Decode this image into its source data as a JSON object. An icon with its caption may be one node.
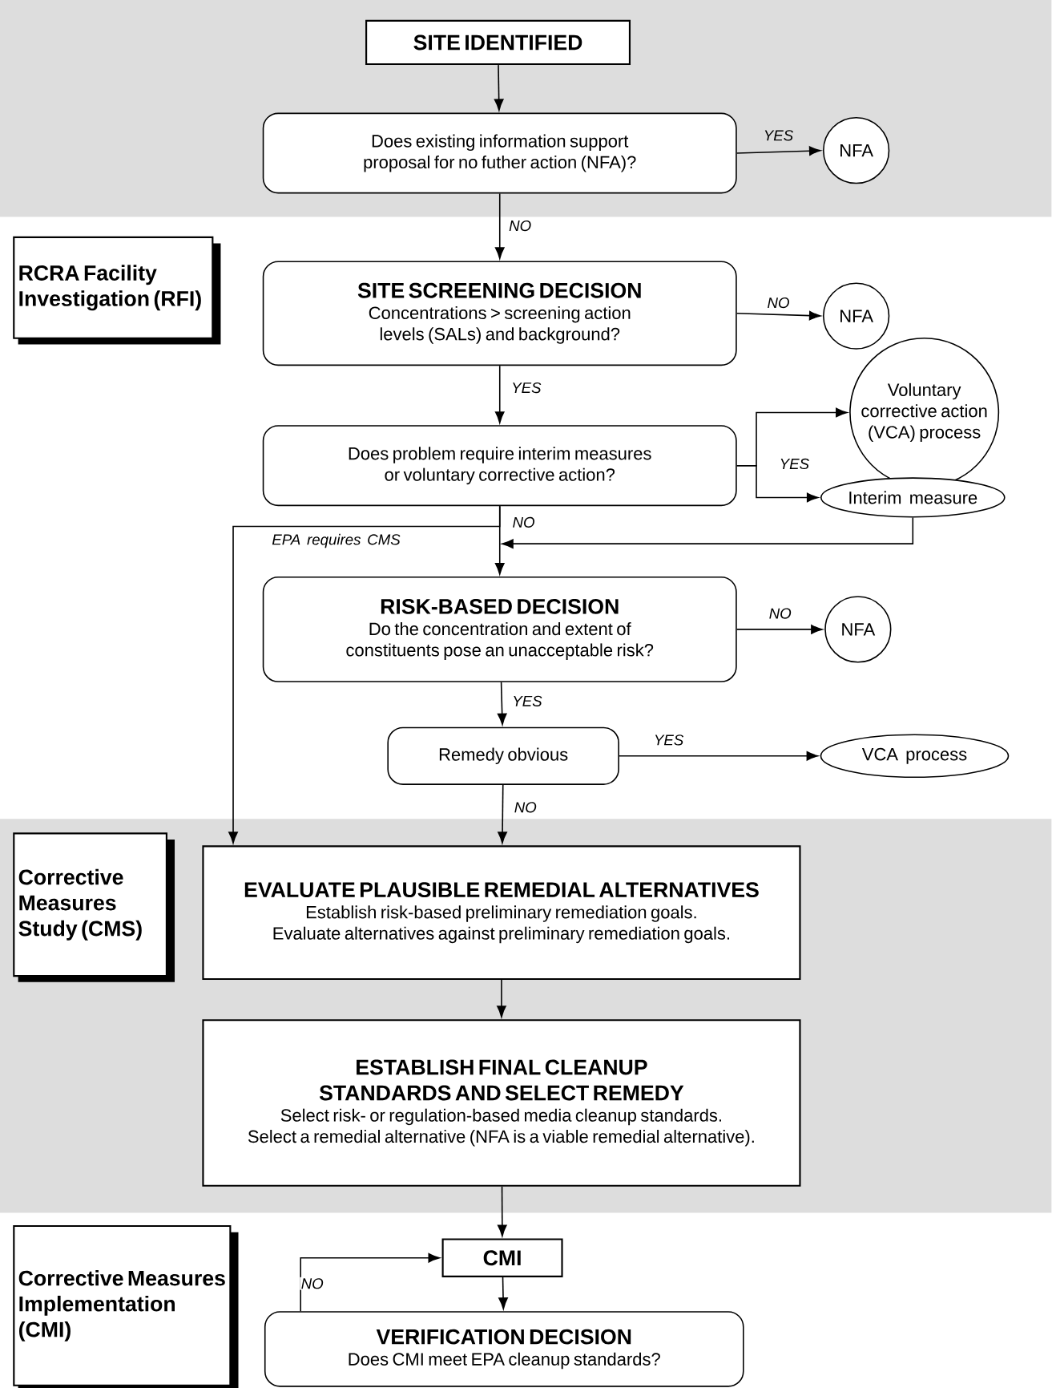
{
  "diagram": {
    "nodes": [
      {
        "text": [
          "SITE IDENTIFIED"
        ]
      },
      {
        "text": [
          "Does existing information support proposal for no futher action (NFA)?"
        ]
      },
      {
        "text": [
          "NFA"
        ]
      },
      {
        "text": [
          "RCRA Facility Investigation (RFI)"
        ]
      },
      {
        "text": [
          "SITE SCREENING DECISION",
          "Concentrations > screening action levels (SALs) and background?"
        ]
      },
      {
        "text": [
          "NFA"
        ]
      },
      {
        "text": [
          "Voluntary corrective action (VCA) process"
        ]
      },
      {
        "text": [
          "Does problem require interim measures or voluntary corrective action?"
        ]
      },
      {
        "text": [
          "Interim measure"
        ]
      },
      {
        "text": [
          "RISK-BASED DECISION",
          "Do the concentration and extent of constituents pose an unacceptable risk?"
        ]
      },
      {
        "text": [
          "NFA"
        ]
      },
      {
        "text": [
          "Remedy obvious"
        ]
      },
      {
        "text": [
          "VCA process"
        ]
      },
      {
        "text": [
          "Corrective Measures Study (CMS)"
        ]
      },
      {
        "text": [
          "EVALUATE PLAUSIBLE REMEDIAL ALTERNATIVES",
          "Establish risk-based preliminary remediation goals.",
          "Evaluate alternatives against preliminary remediation goals."
        ]
      },
      {
        "text": [
          "ESTABLISH FINAL CLEANUP STANDARDS AND SELECT REMEDY",
          "Select risk- or regulation-based media cleanup standards.",
          "Select a remedial alternative (NFA is a viable remedial alternative)."
        ]
      },
      {
        "text": [
          "Corrective Measures Implementation (CMI)"
        ]
      },
      {
        "text": [
          "CMI"
        ]
      },
      {
        "text": [
          "VERIFICATION DECISION",
          "Does CMI meet EPA cleanup standards?"
        ]
      }
    ],
    "edges": [
      {
        "from": 0,
        "to": 1,
        "arrow": "to"
      },
      {
        "from": 1,
        "to": 2,
        "arrow": "to",
        "label": "YES"
      },
      {
        "from": 1,
        "to": 4,
        "arrow": "to",
        "label": "NO"
      },
      {
        "from": 4,
        "to": 5,
        "arrow": "to",
        "label": "NO"
      },
      {
        "from": 4,
        "to": 7,
        "arrow": "to",
        "label": "YES"
      },
      {
        "from": 7,
        "to": 6,
        "arrow": "to",
        "label": "YES"
      },
      {
        "from": 7,
        "to": 8,
        "arrow": "to"
      },
      {
        "from": 7,
        "to": 9,
        "arrow": "to",
        "label": "NO"
      },
      {
        "from": 7,
        "to": 14,
        "arrow": "to",
        "label": "EPA requires CMS"
      },
      {
        "from": 8,
        "to": 9,
        "arrow": "to"
      },
      {
        "from": 9,
        "to": 10,
        "arrow": "to",
        "label": "NO"
      },
      {
        "from": 9,
        "to": 11,
        "arrow": "to",
        "label": "YES"
      },
      {
        "from": 11,
        "to": 12,
        "arrow": "to",
        "label": "YES"
      },
      {
        "from": 11,
        "to": 14,
        "arrow": "to",
        "label": "NO"
      },
      {
        "from": 14,
        "to": 15,
        "arrow": "to"
      },
      {
        "from": 15,
        "to": 17,
        "arrow": "to"
      },
      {
        "from": 17,
        "to": 18,
        "arrow": "to"
      },
      {
        "from": 18,
        "to": 17,
        "arrow": "to",
        "label": "NO"
      }
    ]
  }
}
